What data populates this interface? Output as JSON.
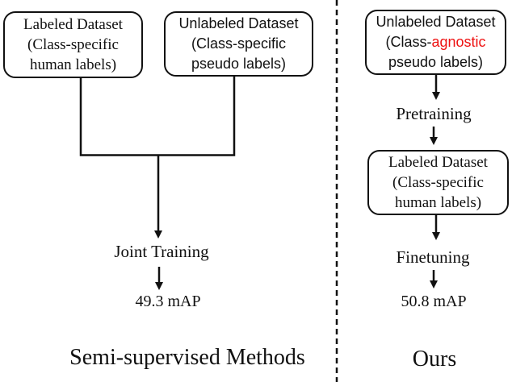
{
  "left_panel": {
    "labeled_box": {
      "lines": [
        "Labeled Dataset",
        "(Class-specific",
        "human labels)"
      ]
    },
    "unlabeled_box": {
      "lines": [
        "Unlabeled Dataset",
        "(Class-specific",
        "pseudo labels)"
      ]
    },
    "merge_step_label": "Joint Training",
    "result_label": "49.3 mAP",
    "caption": "Semi-supervised Methods"
  },
  "right_panel": {
    "unlabeled_box": {
      "line1": "Unlabeled Dataset",
      "line2_prefix": "(Class-",
      "line2_highlight": "agnostic",
      "line3": "pseudo labels)"
    },
    "pretraining_label": "Pretraining",
    "labeled_box": {
      "lines": [
        "Labeled Dataset",
        "(Class-specific",
        "human labels)"
      ]
    },
    "finetuning_label": "Finetuning",
    "result_label": "50.8 mAP",
    "caption": "Ours"
  },
  "colors": {
    "line": "#111111",
    "text": "#111111",
    "highlight_red": "#ee1111",
    "background": "#ffffff"
  }
}
